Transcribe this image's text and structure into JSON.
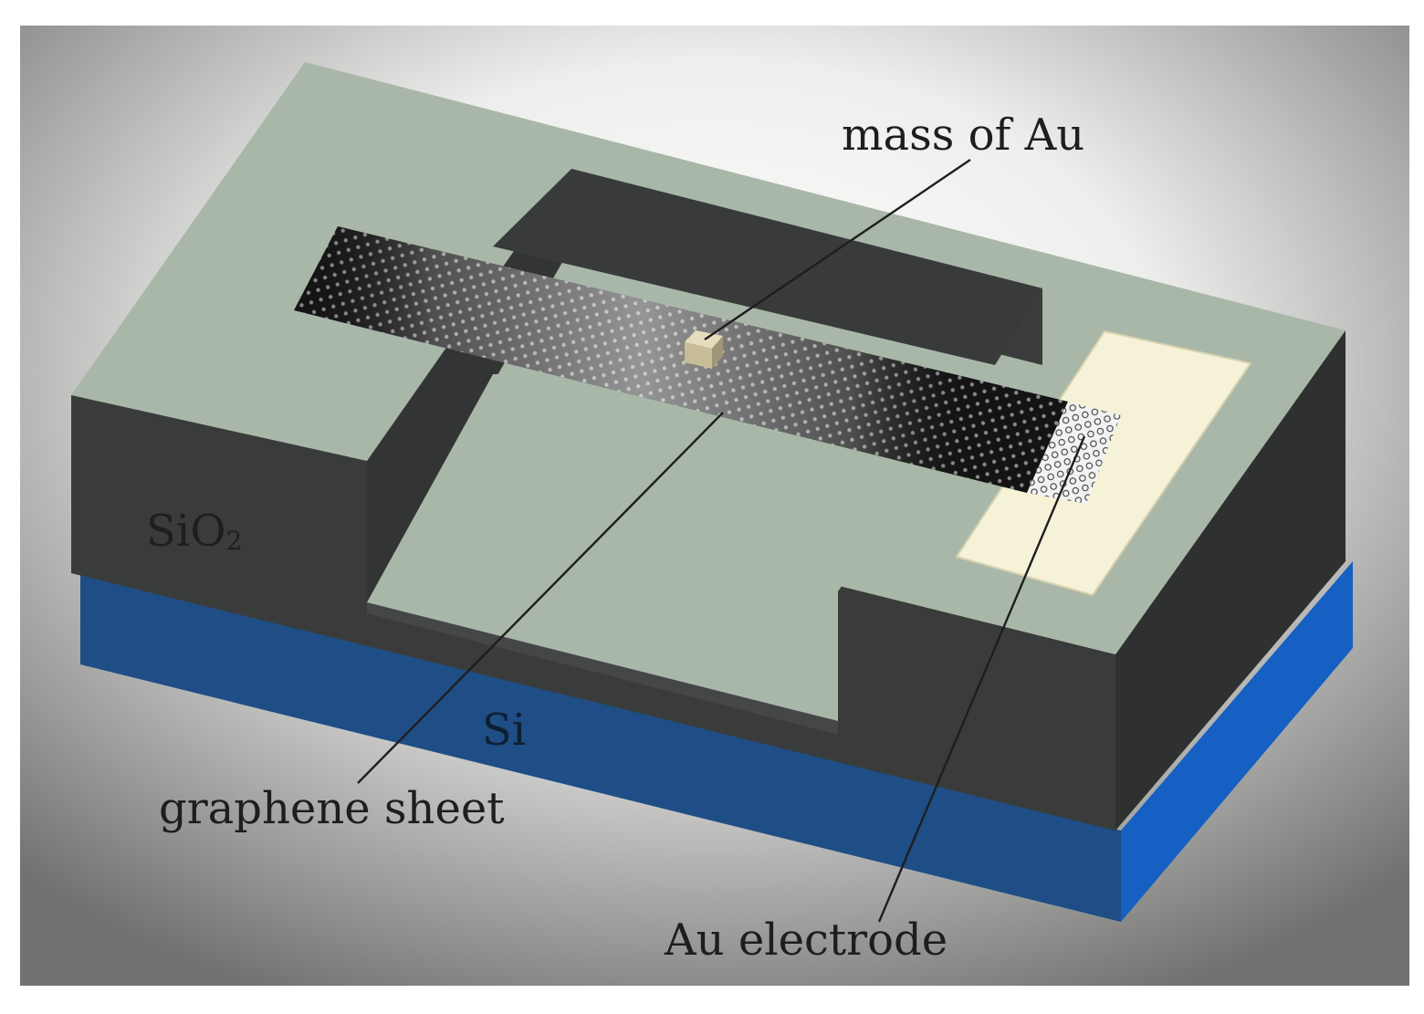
{
  "labels": {
    "mass": "mass of Au",
    "sio2_main": "SiO",
    "sio2_sub": "2",
    "si": "Si",
    "graphene": "graphene sheet",
    "electrode": "Au electrode"
  },
  "colors": {
    "top_surface": "#a9b7a8",
    "cavity_dark": "#393b3a",
    "side_dark": "#3a3c3b",
    "si_blue_front": "#1f4e86",
    "si_blue_right": "#1560c2",
    "electrode": "#f5f2d8",
    "au_mass": "#ccc3a0",
    "graphene_dark": "#141414",
    "graphene_light": "#f2f2f2"
  }
}
